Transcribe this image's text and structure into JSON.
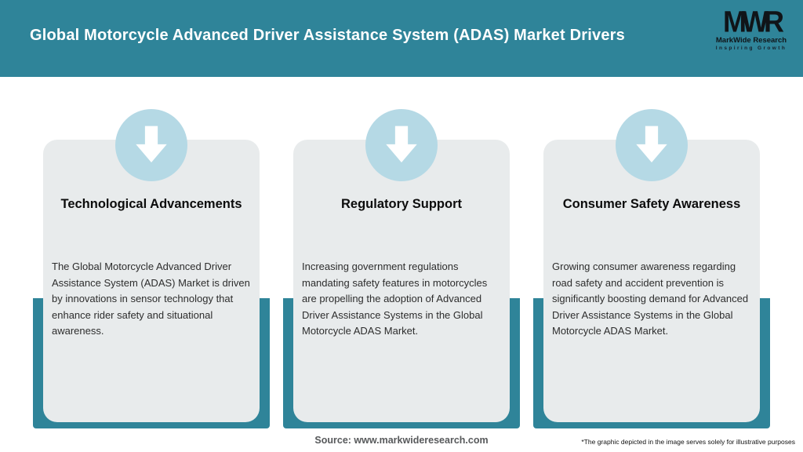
{
  "header": {
    "title": "Global Motorcycle Advanced Driver Assistance System (ADAS) Market Drivers",
    "bg_color": "#2f8499",
    "logo": {
      "mark": "MWR",
      "name": "MarkWide Research",
      "tagline": "Inspiring Growth"
    }
  },
  "cards": [
    {
      "icon": "down-arrow-icon",
      "title": "Technological Advancements",
      "description": "The Global Motorcycle Advanced Driver Assistance System (ADAS) Market is driven by innovations in sensor technology that enhance rider safety and situational awareness."
    },
    {
      "icon": "down-arrow-icon",
      "title": "Regulatory Support",
      "description": "Increasing government regulations mandating safety features in motorcycles are propelling the adoption of Advanced Driver Assistance Systems in the Global Motorcycle ADAS Market."
    },
    {
      "icon": "down-arrow-icon",
      "title": "Consumer Safety Awareness",
      "description": "Growing consumer awareness regarding road safety and accident prevention is significantly boosting demand for Advanced Driver Assistance Systems in the Global Motorcycle ADAS Market."
    }
  ],
  "footer": {
    "source": "Source: www.markwideresearch.com",
    "disclaimer": "*The graphic depicted in the image serves solely for illustrative purposes"
  },
  "colors": {
    "teal": "#2f8499",
    "card_gray": "#e8ebec",
    "circle_blue": "#b5d9e5",
    "title_white": "#ffffff",
    "text_dark": "#2d2d2d"
  }
}
